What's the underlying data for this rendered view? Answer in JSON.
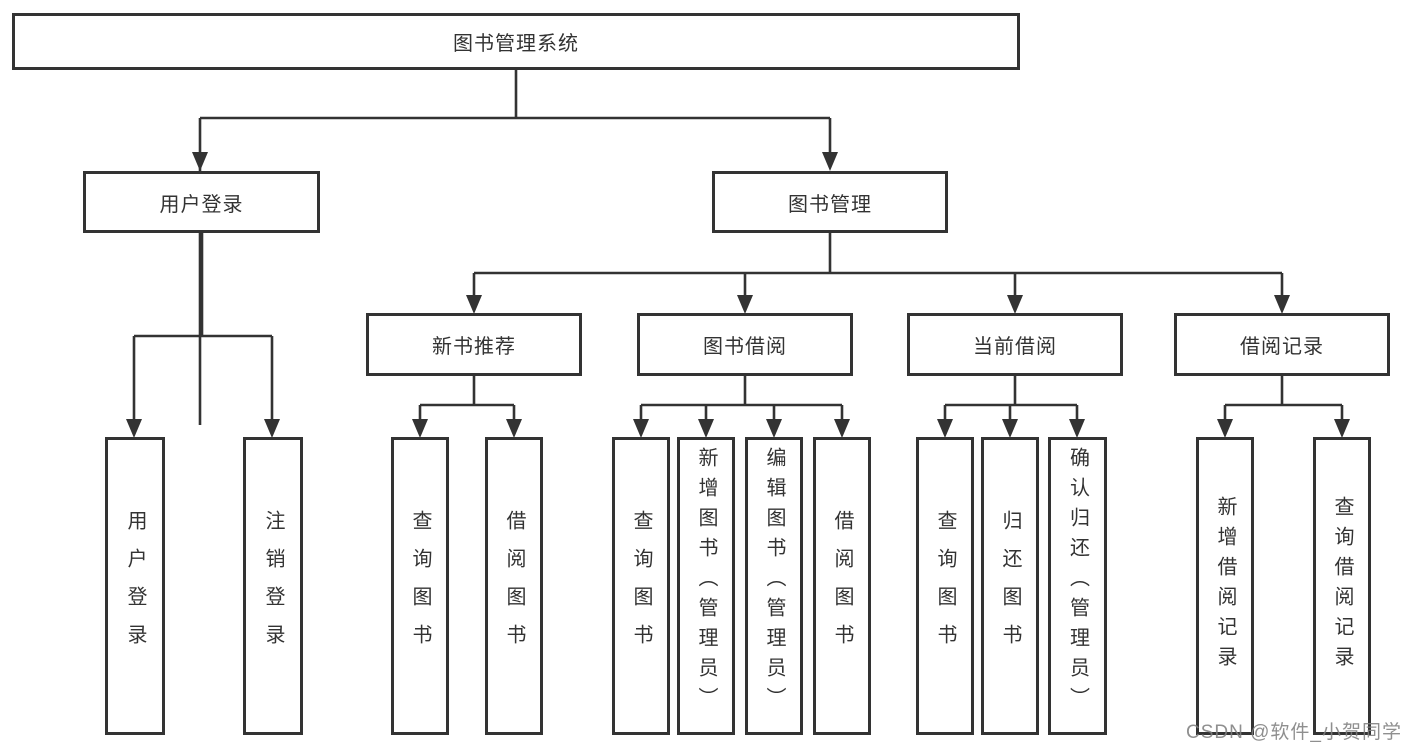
{
  "diagram": {
    "root_label": "图书管理系统",
    "level2": {
      "user_login": "用户登录",
      "book_management": "图书管理"
    },
    "level3": {
      "new_book_recommend": "新书推荐",
      "book_borrow": "图书借阅",
      "current_borrow": "当前借阅",
      "borrow_records": "借阅记录"
    },
    "leaves": {
      "login": [
        "用户登录",
        "注销登录"
      ],
      "newbook": [
        "查询图书",
        "借阅图书"
      ],
      "borrow": [
        "查询图书",
        "新增图书（管理员）",
        "编辑图书（管理员）",
        "借阅图书"
      ],
      "current": [
        "查询图书",
        "归还图书",
        "确认归还（管理员）"
      ],
      "records": [
        "新增借阅记录",
        "查询借阅记录"
      ]
    }
  },
  "watermark": "CSDN @软件_小贺同学",
  "colors": {
    "line": "#333333",
    "box_border": "#333333",
    "text": "#333333",
    "watermark": "#808080",
    "background": "#ffffff"
  }
}
